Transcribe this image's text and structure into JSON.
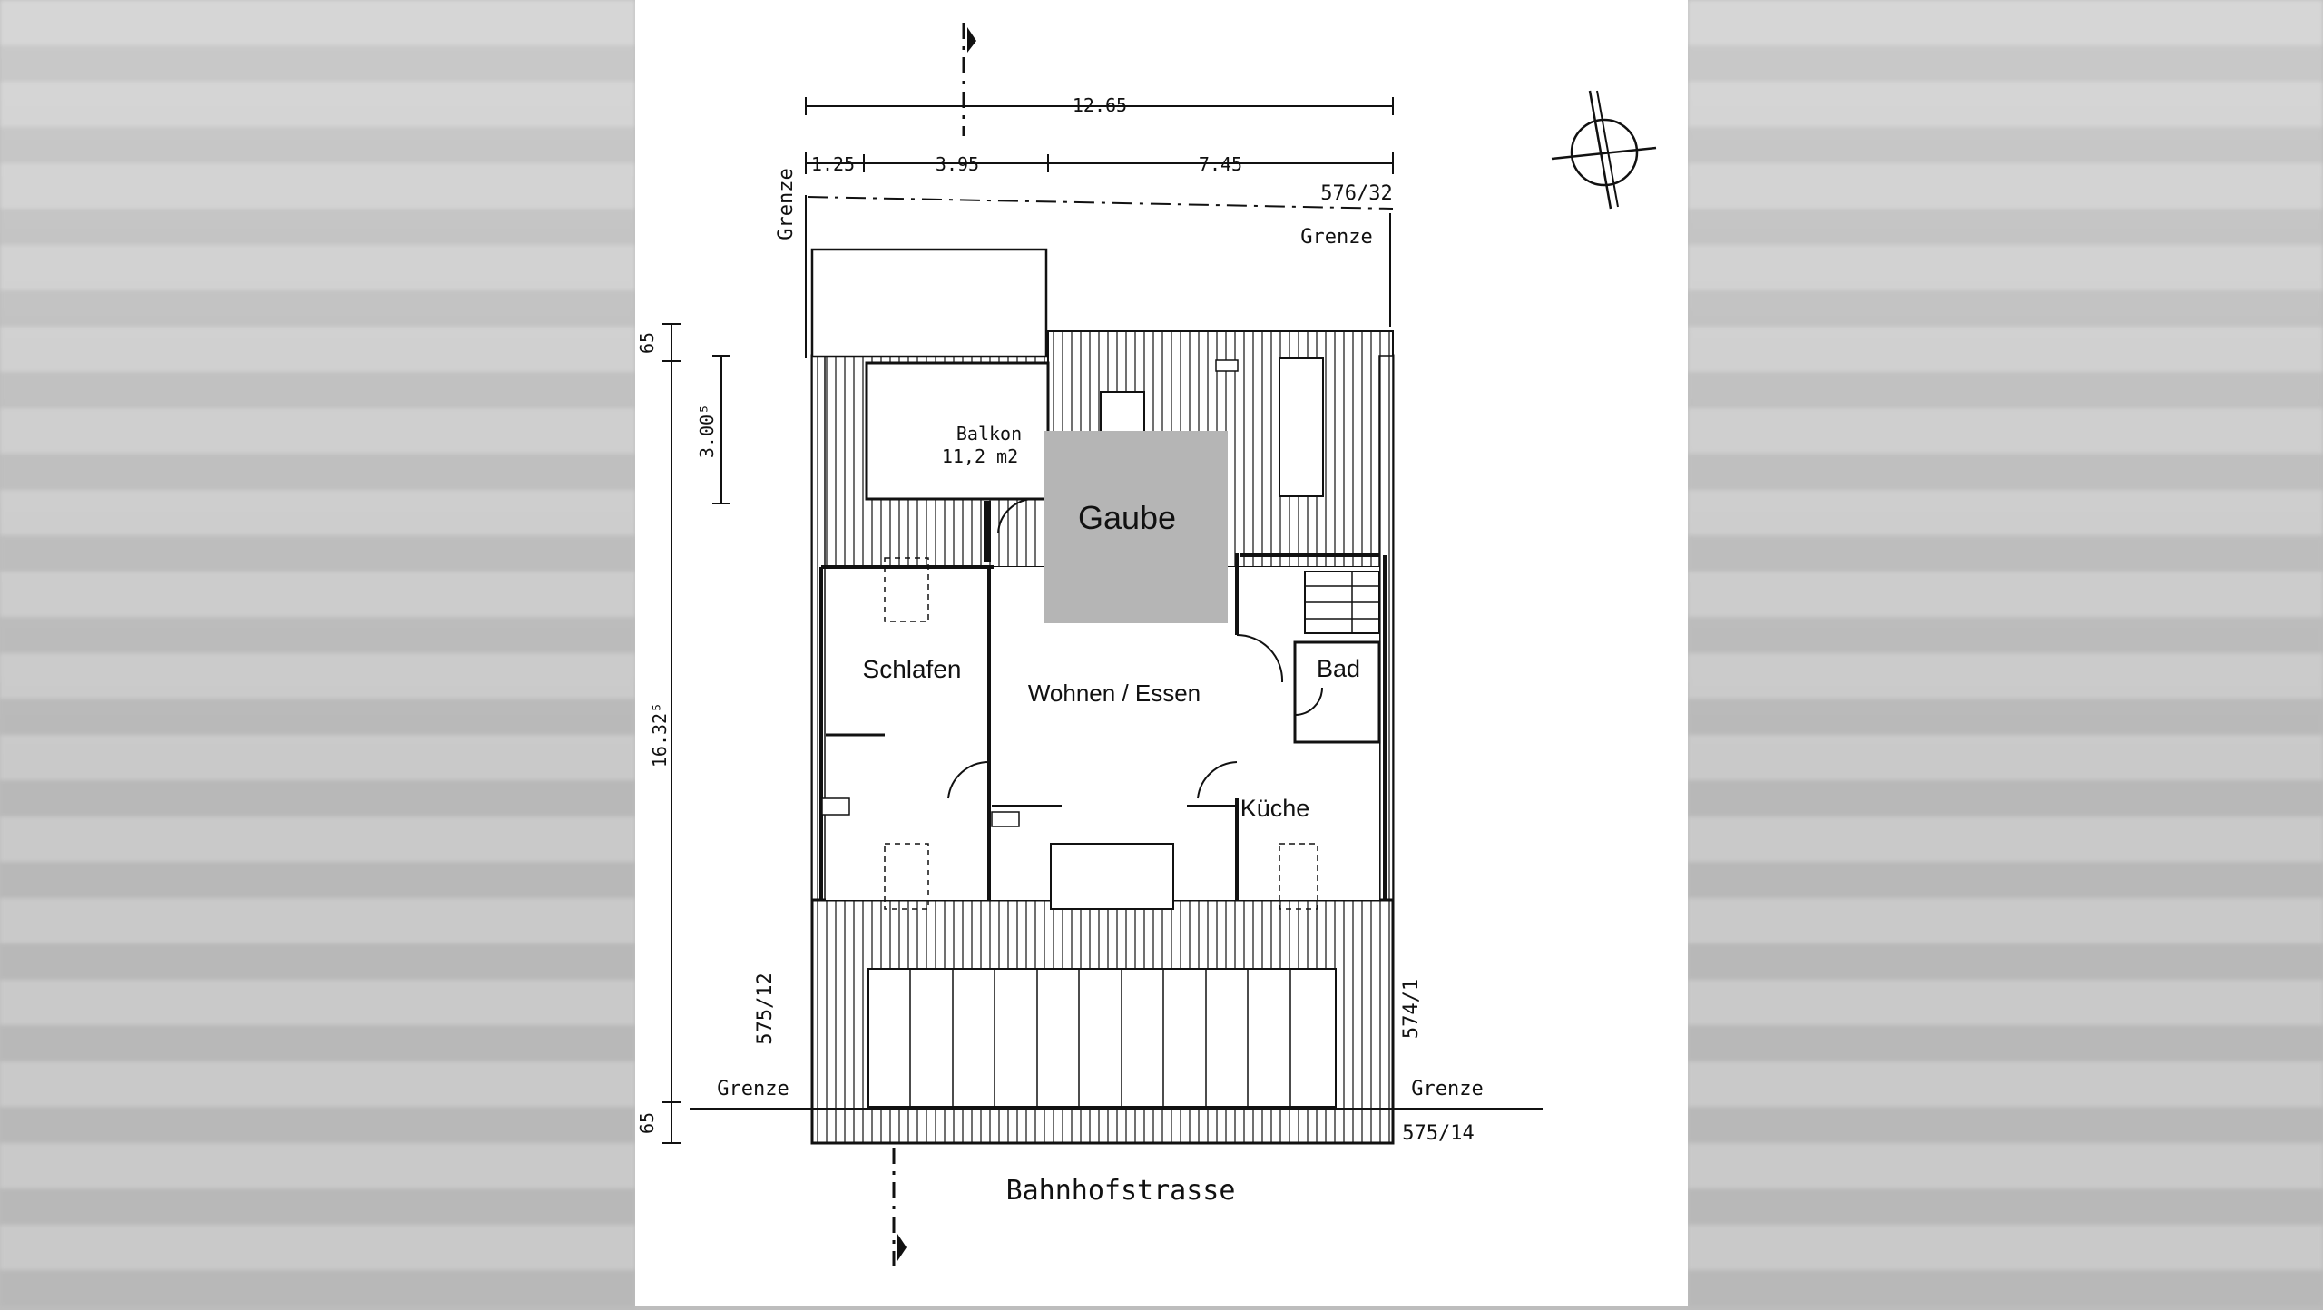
{
  "plan": {
    "dimensions": {
      "total_width": "12.65",
      "seg1": "1.25",
      "seg2": "3.95",
      "seg3": "7.45",
      "top_65": "65",
      "balcony_depth": "3.00⁵",
      "total_depth": "16.32⁵",
      "bottom_65": "65"
    },
    "parcels": {
      "top_right": "576/32",
      "left": "575/12",
      "right": "574/1",
      "bottom_right": "575/14"
    },
    "boundary": {
      "left_vertical": "Grenze",
      "top_right": "Grenze",
      "bottom_left": "Grenze",
      "bottom_right": "Grenze"
    },
    "balcony": {
      "label": "Balkon",
      "area": "11,2 m2"
    },
    "rooms": {
      "dormer": "Gaube",
      "bedroom": "Schlafen",
      "living": "Wohnen / Essen",
      "bath": "Bad",
      "kitchen": "Küche"
    },
    "street": "Bahnhofstrasse"
  }
}
